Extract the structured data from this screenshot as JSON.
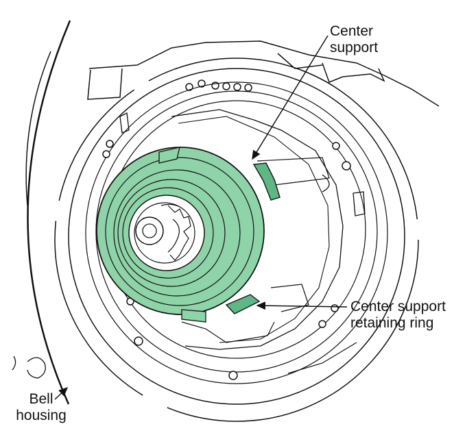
{
  "labels": {
    "center_support": [
      "Center",
      "support"
    ],
    "center_support_retaining_ring": [
      "Center support",
      "retaining ring"
    ],
    "bell_housing": [
      "Bell",
      "housing"
    ]
  },
  "colors": {
    "line": "#111111",
    "accent_green": "#8fd3a8",
    "accent_green_dark": "#5fb784",
    "background": "#ffffff"
  },
  "icons": [
    "arrow-icon"
  ]
}
